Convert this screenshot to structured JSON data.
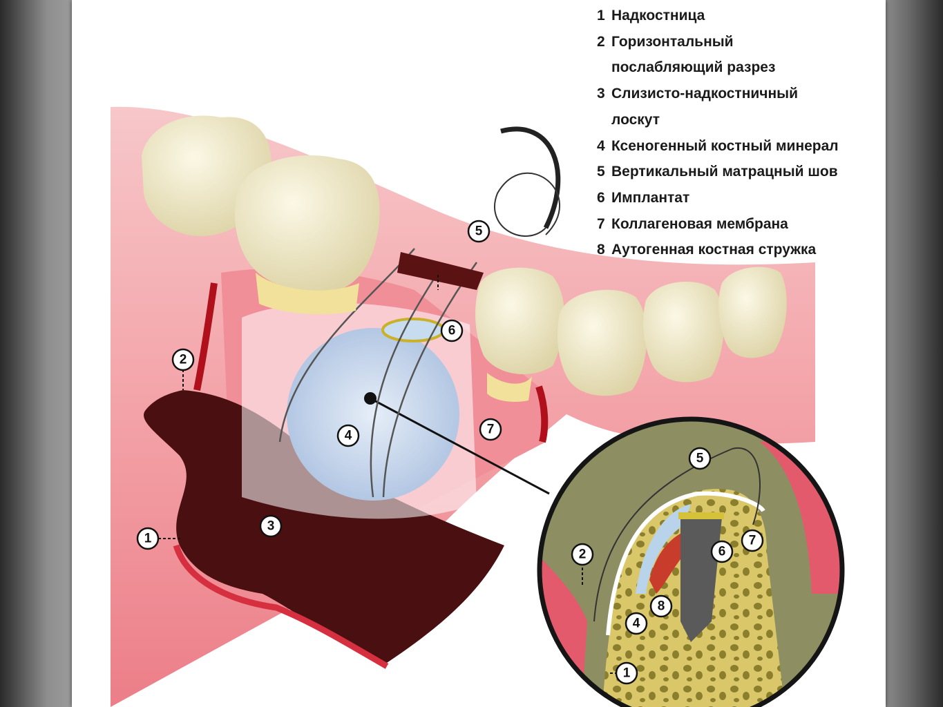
{
  "legend": [
    {
      "number": "1",
      "label": "Надкостница"
    },
    {
      "number": "2",
      "label": "Горизонтальный\nпослабляющий разрез"
    },
    {
      "number": "3",
      "label": "Слизисто-надкостничный\nлоскут"
    },
    {
      "number": "4",
      "label": "Ксеногенный костный минерал"
    },
    {
      "number": "5",
      "label": "Вертикальный матрацный шов"
    },
    {
      "number": "6",
      "label": "Имплантат"
    },
    {
      "number": "7",
      "label": "Коллагеновая мембрана"
    },
    {
      "number": "8",
      "label": "Аутогенная костная стружка"
    }
  ],
  "callouts": {
    "main_1": "1",
    "main_2": "2",
    "main_3": "3",
    "main_4": "4",
    "main_5": "5",
    "main_6": "6",
    "main_7": "7",
    "inset_1": "1",
    "inset_2": "2",
    "inset_4": "4",
    "inset_5": "5",
    "inset_6": "6",
    "inset_7": "7",
    "inset_8": "8"
  },
  "colors": {
    "gum": "#e86a78",
    "gum_light": "#f6b8bd",
    "flap": "#4a0f10",
    "tooth": "#efe7c2",
    "bone": "#d8c86a",
    "graft": "#bcd0ea",
    "implant": "#5a5a5a"
  }
}
